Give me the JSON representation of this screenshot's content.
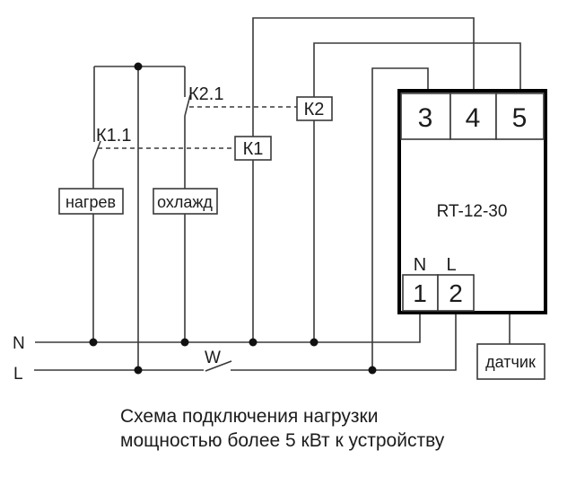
{
  "schematic": {
    "caption": {
      "line1": "Схема подключения нагрузки",
      "line2": "мощностью более 5 кВт к устройству"
    },
    "device": {
      "model": "RT-12-30",
      "top_terminals": [
        "3",
        "4",
        "5"
      ],
      "bottom_terminals": [
        "1",
        "2"
      ],
      "bottom_terminal_names": [
        "N",
        "L"
      ],
      "sensor": "датчик"
    },
    "relay_coils": {
      "k1": "К1",
      "k2": "К2"
    },
    "relay_contacts": {
      "k1_1": "К1.1",
      "k2_1": "К2.1"
    },
    "loads": {
      "heating": "нагрев",
      "cooling": "охлажд"
    },
    "mains": {
      "neutral": "N",
      "line": "L",
      "wall_switch": "W"
    },
    "colors": {
      "wire": "#3a3a3a",
      "device_border": "#000000",
      "text": "#1c1c1c",
      "background": "#ffffff"
    }
  }
}
